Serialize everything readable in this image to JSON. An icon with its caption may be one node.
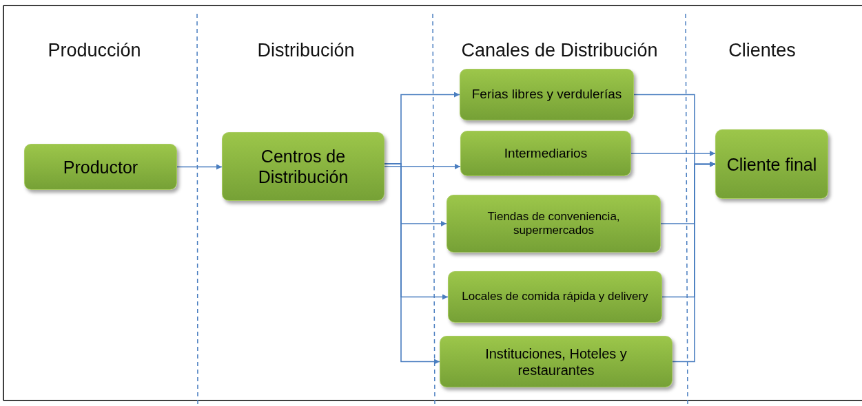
{
  "diagram": {
    "nodes": [
      {
        "text": [
          "Productor"
        ]
      },
      {
        "text": [
          "Centros de Distribución"
        ]
      },
      {
        "text": [
          "Ferias libres y verdulerías"
        ]
      },
      {
        "text": [
          "Intermediarios"
        ]
      },
      {
        "text": [
          "Tiendas de conveniencia, supermercados"
        ]
      },
      {
        "text": [
          "Locales de comida rápida y delivery"
        ]
      },
      {
        "text": [
          "Instituciones, Hoteles y restaurantes"
        ]
      },
      {
        "text": [
          "Cliente final"
        ]
      }
    ],
    "edges": [
      {
        "from": 0,
        "to": 1,
        "arrow": "to"
      },
      {
        "from": 1,
        "to": 2,
        "arrow": "to"
      },
      {
        "from": 1,
        "to": 3,
        "arrow": "to"
      },
      {
        "from": 1,
        "to": 4,
        "arrow": "to"
      },
      {
        "from": 1,
        "to": 5,
        "arrow": "to"
      },
      {
        "from": 1,
        "to": 6,
        "arrow": "to"
      },
      {
        "from": 2,
        "to": 7,
        "arrow": "to"
      },
      {
        "from": 3,
        "to": 7,
        "arrow": "to"
      },
      {
        "from": 4,
        "to": 7,
        "arrow": "to"
      },
      {
        "from": 5,
        "to": 7,
        "arrow": "to"
      },
      {
        "from": 6,
        "to": 7,
        "arrow": "to"
      }
    ],
    "labels": [
      "Producción",
      "Distribución",
      "Canales de Distribución",
      "Clientes"
    ]
  }
}
